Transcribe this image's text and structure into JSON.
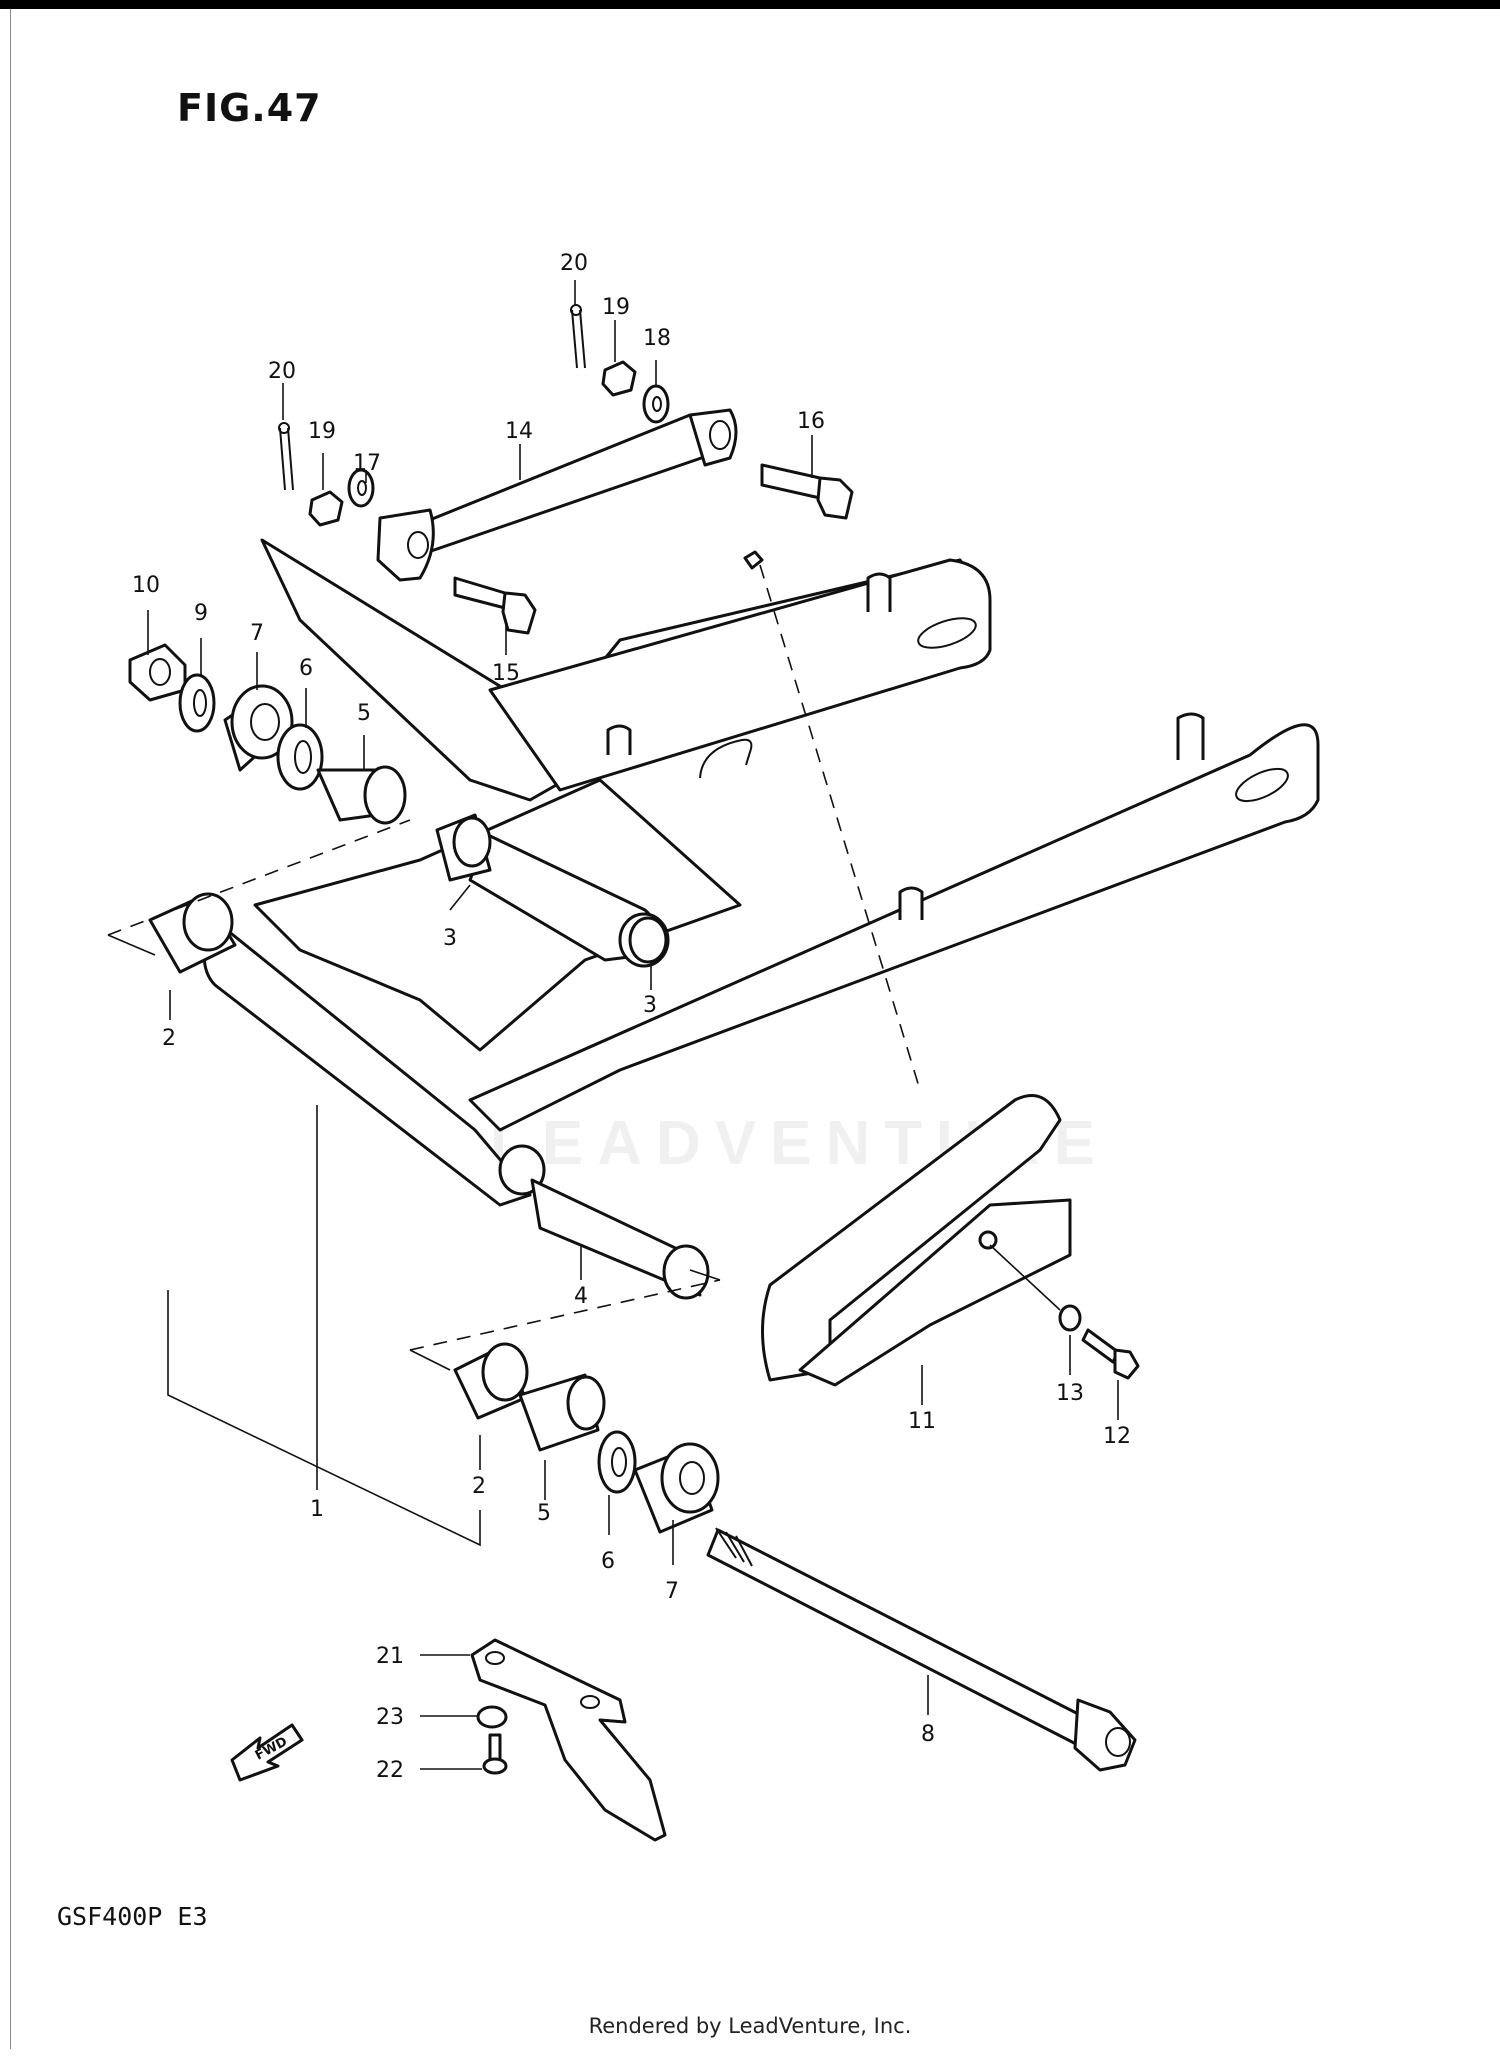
{
  "figure": {
    "title": "FIG.47"
  },
  "model": {
    "code": "GSF400P  E3"
  },
  "footer": {
    "credit": "Rendered by LeadVenture, Inc."
  },
  "watermark": {
    "text": "LEADVENTURE"
  },
  "fwd_badge": {
    "text": "FWD"
  },
  "callouts": {
    "c20a": "20",
    "c20b": "20",
    "c19a": "19",
    "c19b": "19",
    "c18": "18",
    "c17": "17",
    "c16": "16",
    "c15": "15",
    "c14": "14",
    "c10": "10",
    "c9": "9",
    "c7a": "7",
    "c6a": "6",
    "c5a": "5",
    "c3a": "3",
    "c3b": "3",
    "c2a": "2",
    "c4": "4",
    "c1": "1",
    "c11": "11",
    "c13": "13",
    "c12": "12",
    "c2b": "2",
    "c5b": "5",
    "c6b": "6",
    "c7b": "7",
    "c8": "8",
    "c21": "21",
    "c23": "23",
    "c22": "22"
  }
}
